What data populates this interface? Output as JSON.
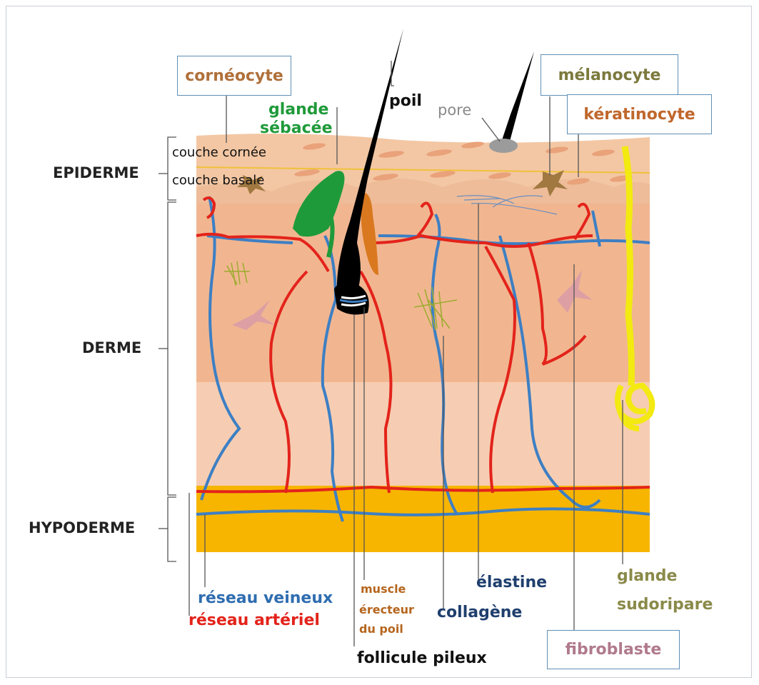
{
  "layers": {
    "epiderme": "EPIDERME",
    "derme": "DERME",
    "hypoderme": "HYPODERME"
  },
  "sublayers": {
    "couche_cornee": "couche cornée",
    "couche_basale": "couche basale"
  },
  "labels": {
    "corneocyte": "cornéocyte",
    "glande_sebacee_1": "glande",
    "glande_sebacee_2": "sébacée",
    "poil": "poil",
    "pore": "pore",
    "melanocyte": "mélanocyte",
    "keratinocyte": "kératinocyte",
    "reseau_veineux": "réseau veineux",
    "reseau_arteriel": "réseau artériel",
    "muscle_1": "muscle",
    "muscle_2": "érecteur",
    "muscle_3": "du poil",
    "collagene": "collagène",
    "elastine": "élastine",
    "follicule": "follicule pileux",
    "fibroblaste": "fibroblaste",
    "glande_sudoripare_1": "glande",
    "glande_sudoripare_2": "sudoripare"
  },
  "colors": {
    "epidermis": "#f3c7a4",
    "dermis_upper": "#f1b690",
    "dermis_lower": "#f6cdb2",
    "hypodermis": "#f7b500",
    "artery": "#e3231b",
    "vein": "#3d7fc4",
    "hair": "#000000",
    "sebaceous": "#1f9a3a",
    "muscle": "#d9781f",
    "sweat_gland": "#f2ea10",
    "corneocyte_text": "#b0703a",
    "melanocyte_text": "#7c7a3d",
    "keratinocyte_text": "#c0672c",
    "fibroblast_text": "#b07a8c",
    "sebaceous_text": "#1f9a3a",
    "vein_text": "#2f6db0",
    "artery_text": "#e3231b",
    "muscle_text": "#b5651d",
    "sudoripare_text": "#8a8a4a",
    "pore_text": "#8a8a8a"
  }
}
